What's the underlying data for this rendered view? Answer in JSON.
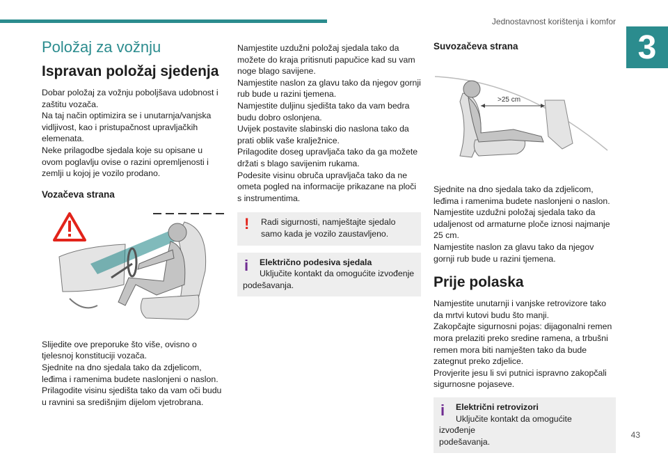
{
  "header": {
    "section": "Jednostavnost korištenja i komfor",
    "chapter": "3",
    "page_number": "43"
  },
  "col1": {
    "section_title": "Položaj za vožnju",
    "h2": "Ispravan položaj sjedenja",
    "intro": "Dobar položaj za vožnju poboljšava udobnost i zaštitu vozača.\nNa taj način optimizira se i unutarnja/vanjska vidljivost, kao i pristupačnost upravljačkih elemenata.\nNeke prilagodbe sjedala koje su opisane u ovom poglavlju ovise o razini opremljenosti i zemlji u kojoj je vozilo prodano.",
    "h3": "Vozačeva strana",
    "body": "Slijedite ove preporuke što više, ovisno o tjelesnoj konstituciji vozača.\nSjednite na dno sjedala tako da zdjelicom, leđima i ramenima budete naslonjeni o naslon.\nPrilagodite visinu sjedišta tako da vam oči budu u ravnini sa središnjim dijelom vjetrobrana."
  },
  "col2": {
    "body": "Namjestite uzdužni položaj sjedala tako da možete do kraja pritisnuti papučice kad su vam noge blago savijene.\nNamjestite naslon za glavu tako da njegov gornji rub bude u razini tjemena.\nNamjestite duljinu sjedišta tako da vam bedra budu dobro oslonjena.\nUvijek postavite slabinski dio naslona tako da prati oblik vaše kralježnice.\nPrilagodite doseg upravljača tako da ga možete držati s blago savijenim rukama.\nPodesite visinu obruča upravljača tako da ne ometa pogled na informacije prikazane na ploči s instrumentima.",
    "warning": "Radi sigurnosti, namještajte sjedalo samo kada je vozilo zaustavljeno.",
    "info_title": "Električno podesiva sjedala",
    "info_line1": "Uključite kontakt da omogućite izvođenje",
    "info_line2": "podešavanja."
  },
  "col3": {
    "h3": "Suvozačeva strana",
    "figure_label": ">25 cm",
    "body": "Sjednite na dno sjedala tako da zdjelicom, leđima i ramenima budete naslonjeni o naslon.\nNamjestite uzdužni položaj sjedala tako da udaljenost od armaturne ploče iznosi najmanje 25 cm.\nNamjestite naslon za glavu tako da njegov gornji rub bude u razini tjemena.",
    "h2": "Prije polaska",
    "body2": "Namjestite unutarnji i vanjske retrovizore tako da mrtvi kutovi budu što manji.\nZakopčajte sigurnosni pojas: dijagonalni remen mora prelaziti preko sredine ramena, a trbušni remen mora biti namješten tako da bude zategnut preko zdjelice.\nProvjerite jesu li svi putnici ispravno zakopčali sigurnosne pojaseve.",
    "info_title": "Električni retrovizori",
    "info_line1": "Uključite kontakt da omogućite izvođenje",
    "info_line2": "podešavanja."
  },
  "colors": {
    "accent": "#2b8c8e",
    "warning": "#e2231a",
    "info": "#6f2c91",
    "box_bg": "#eeeeee"
  }
}
